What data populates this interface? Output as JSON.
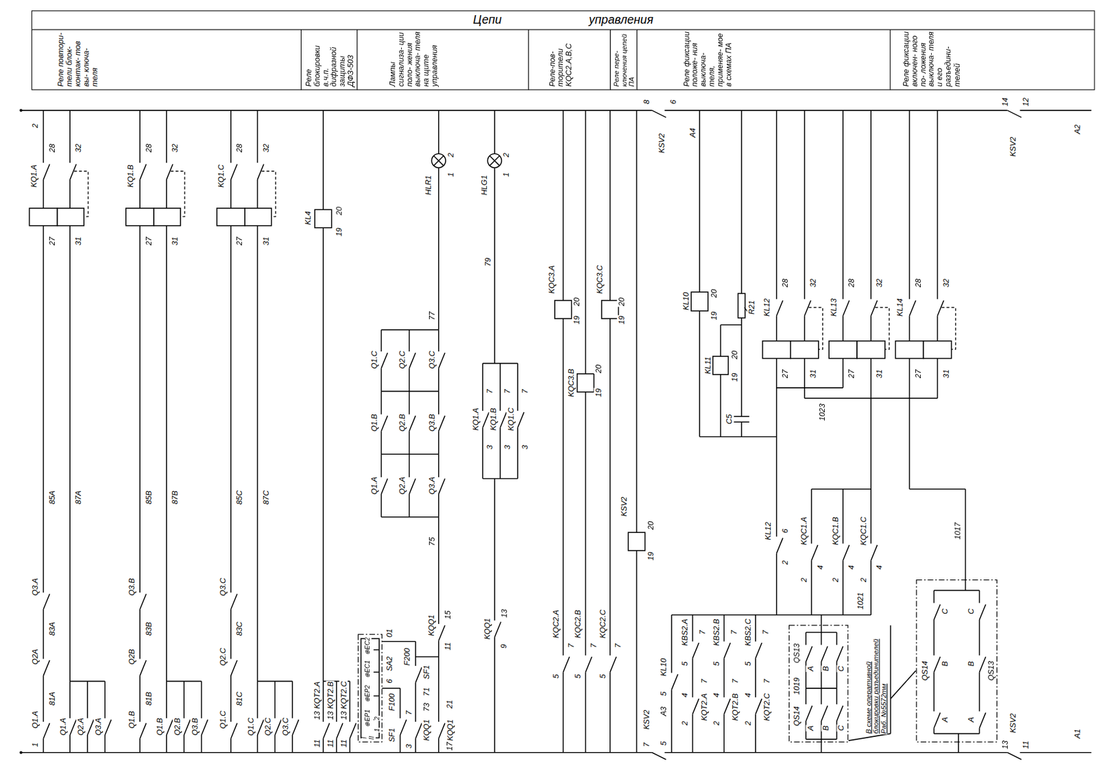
{
  "diagram": {
    "nodes": [
      {
        "text": [
          "Цепи управления"
        ]
      },
      {
        "text": [
          "Реле повтори- тели блок- контак- тов вы- ключа- теля"
        ]
      },
      {
        "text": [
          "Реле блокировки в.ч.п. дифразной защиты ДФЗ-503"
        ]
      },
      {
        "text": [
          "Лампы сигнализа- ции поло- жения выключа- теля на щите управления"
        ]
      },
      {
        "text": [
          "Реле-пов- торители KQC2.A,B,C"
        ]
      },
      {
        "text": [
          "Реле пере- ключения цепей ПА"
        ]
      },
      {
        "text": [
          "Реле фиксации положе- ния выключа- теля, применяе- мое в схемах ПА"
        ]
      },
      {
        "text": [
          "Реле фиксации включен- ного по- ложения выключа- теля и его разъедини- телей"
        ]
      }
    ],
    "labels": [
      "KQ1.A",
      "28",
      "32",
      "27",
      "31",
      "85A",
      "87A",
      "Q3.A",
      "83A",
      "Q2A",
      "81A",
      "Q1.A",
      "Q1.A",
      "Q2.A",
      "Q3.A",
      "KQ1.B",
      "28",
      "32",
      "27",
      "31",
      "85B",
      "87B",
      "Q3.B",
      "83B",
      "Q2B",
      "81B",
      "Q1.B",
      "Q1.B",
      "Q2.B",
      "Q3.B",
      "KQ1.C",
      "28",
      "32",
      "27",
      "31",
      "85C",
      "87C",
      "Q3.C",
      "83C",
      "Q2.C",
      "81C",
      "Q1.C",
      "Q1.C",
      "Q2.C",
      "Q3.C",
      "2",
      "1",
      "KL4",
      "20",
      "19",
      "KQT2.A",
      "13",
      "11",
      "KQT2.B",
      "13",
      "11",
      "KQT2.C",
      "13",
      "11",
      "SA2",
      "01",
      "6",
      "2",
      "1",
      "⊕EP1",
      "⊕EP2",
      "⊕EC1",
      "⊕EC2",
      "I",
      "II",
      "HLR1",
      "2",
      "1",
      "77",
      "Q1.C",
      "Q2.C",
      "Q3.C",
      "Q1.B",
      "Q2.B",
      "Q3.B",
      "Q1.A",
      "Q2.A",
      "Q3.A",
      "75",
      "KQQ1",
      "15",
      "11",
      "F200",
      "SF1",
      "71",
      "73",
      "KQQ1",
      "3",
      "7",
      "F100",
      "SF1",
      "KQQ1",
      "21",
      "17",
      "HLG1",
      "2",
      "1",
      "79",
      "KQ1.A",
      "7",
      "3",
      "KQ1.B",
      "7",
      "3",
      "KQ1.C",
      "7",
      "3",
      "KQQ1",
      "13",
      "9",
      "KQC3.A",
      "20",
      "19",
      "KQC3.B",
      "20",
      "19",
      "KQC3.C",
      "20",
      "19",
      "KQC2.A",
      "7",
      "5",
      "KQC2.B",
      "7",
      "5",
      "KQC2.C",
      "7",
      "5",
      "KSV2",
      "20",
      "19",
      "8",
      "6",
      "KSV2",
      "A4",
      "7",
      "KSV2",
      "5",
      "KL10",
      "20",
      "19",
      "R21",
      "KL11",
      "20",
      "19",
      "C5",
      "KL12",
      "28",
      "32",
      "27",
      "31",
      "KL13",
      "28",
      "32",
      "27",
      "31",
      "KL14",
      "28",
      "32",
      "27",
      "31",
      "1023",
      "KL12",
      "6",
      "2",
      "KQC1.A",
      "2",
      "4",
      "KQC1.B",
      "2",
      "4",
      "KQC1.C",
      "2",
      "4",
      "KL10",
      "5",
      "A3",
      "KBS2.A",
      "5",
      "7",
      "KQT2.A",
      "7",
      "2",
      "4",
      "KBS2.B",
      "5",
      "7",
      "KQT2.B",
      "7",
      "2",
      "4",
      "KBS2.C",
      "5",
      "7",
      "KQT2.C",
      "7",
      "2",
      "4",
      "QS13",
      "A",
      "B",
      "C",
      "QS14",
      "A",
      "B",
      "C",
      "1019",
      "1021",
      "В схеме оперативной блокировки разъединителей Раб. №5572тм",
      "1017",
      "QS14",
      "C",
      "B",
      "A",
      "QS13",
      "C",
      "B",
      "A",
      "14",
      "12",
      "KSV2",
      "A2",
      "13",
      "KSV2",
      "11",
      "A1"
    ]
  }
}
